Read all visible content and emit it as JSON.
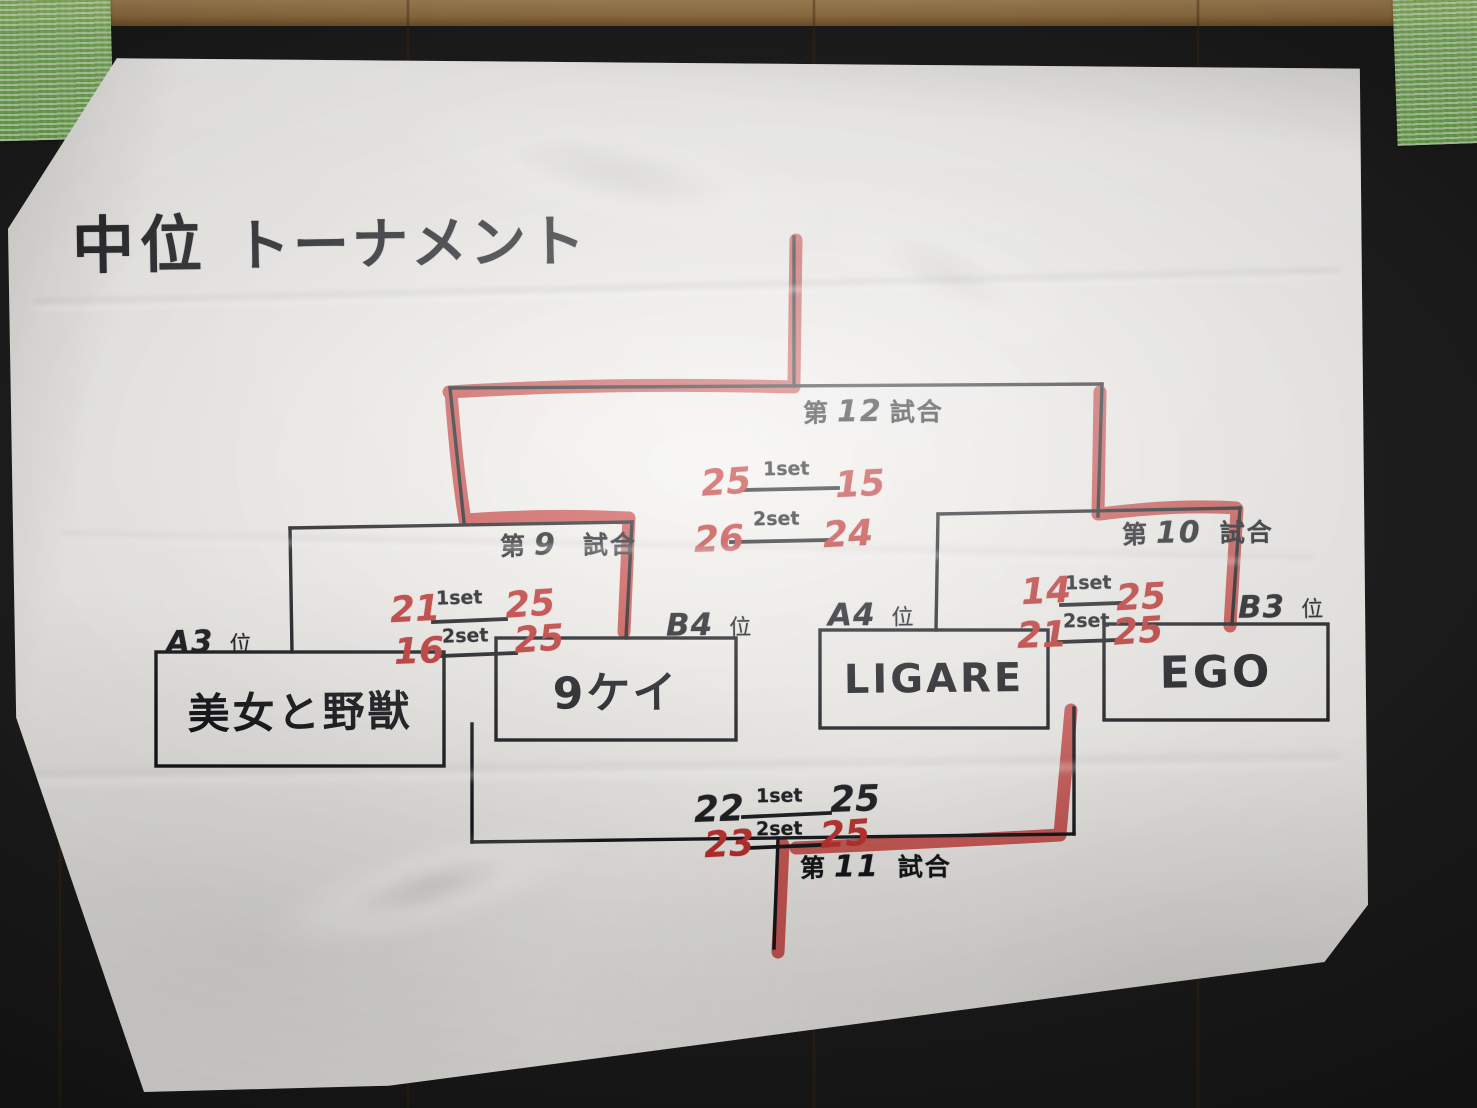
{
  "photo": {
    "scene": "handwritten volleyball tournament bracket taped to a wooden wall",
    "paper_color": "#f4f2ee",
    "wall_color": "#be8743",
    "tape_color": "#7fba5e",
    "ink_black": "#14161a",
    "ink_red": "#c0302e"
  },
  "title": {
    "kanji": "中位",
    "katakana": "トーナメント"
  },
  "labels": {
    "position_suffix": "位",
    "set1": "1set",
    "set2": "2set",
    "match_prefix": "第",
    "match_suffix": "試合"
  },
  "teams": [
    {
      "seed": "A3",
      "seed_num": "3",
      "seed_letter": "A",
      "name": "美女と野獣"
    },
    {
      "seed": "B4",
      "seed_num": "4",
      "seed_letter": "B",
      "name": "9ケイ"
    },
    {
      "seed": "A4",
      "seed_num": "4",
      "seed_letter": "A",
      "name": "LIGARE"
    },
    {
      "seed": "B3",
      "seed_num": "3",
      "seed_letter": "B",
      "name": "EGO"
    }
  ],
  "matches": [
    {
      "id": "match-9",
      "number": "9",
      "label": "第9試合",
      "left_team": "美女と野獣",
      "right_team": "9ケイ",
      "set1_left": "21",
      "set1_right": "25",
      "set2_left": "16",
      "set2_right": "25",
      "left_color": "red",
      "right_color": "red",
      "winner": "9ケイ"
    },
    {
      "id": "match-10",
      "number": "10",
      "label": "第10試合",
      "left_team": "LIGARE",
      "right_team": "EGO",
      "set1_left": "14",
      "set1_right": "25",
      "set2_left": "21",
      "set2_right": "25",
      "left_color": "red",
      "right_color": "red",
      "winner": "EGO"
    },
    {
      "id": "match-11",
      "number": "11",
      "label": "第11試合",
      "left_team": "9ケイ",
      "right_team": "LIGARE",
      "set1_left": "22",
      "set1_right": "25",
      "set2_left": "23",
      "set2_right": "25",
      "left_color": "black",
      "right_color": "black",
      "set2_color": "red",
      "winner": "LIGARE"
    },
    {
      "id": "match-12",
      "number": "12",
      "label": "第12試合",
      "left_team": "9ケイ",
      "right_team": "EGO",
      "set1_left": "25",
      "set1_right": "15",
      "set2_left": "26",
      "set2_right": "24",
      "left_color": "red",
      "right_color": "red",
      "winner": "9ケイ"
    }
  ],
  "highlight": {
    "color": "#c9403c",
    "description": "red marker traces the winning path from 9ケイ up through 第9試合 and 第12試合 to the champion line at the top; a second red trace marks EGO through 第10試合 and down past 第11試合"
  }
}
